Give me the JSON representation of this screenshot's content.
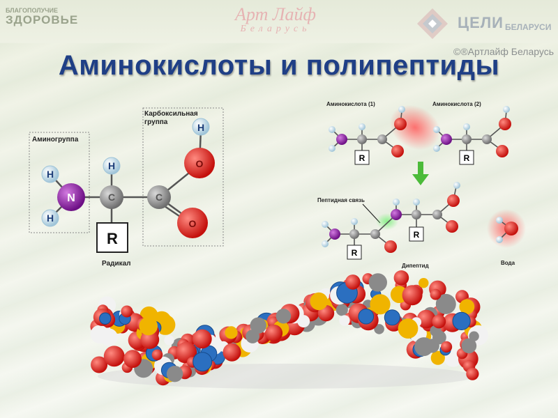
{
  "header": {
    "logo_left_line1": "БЛАГОПОЛУЧИЕ",
    "logo_left_line2": "ЗДОРОВЬЕ",
    "logo_mid_line1": "Арт Лайф",
    "logo_mid_line2": "Беларусь",
    "logo_right_text": "ЦЕЛИ",
    "logo_right_sub": "БЕЛАРУСИ"
  },
  "copyright": "©®Артлайф Беларусь",
  "title": "Аминокислоты и полипептиды",
  "left_diagram": {
    "amino_group_label": "Аминогруппа",
    "carboxyl_group_label_1": "Карбоксильная",
    "carboxyl_group_label_2": "группа",
    "radical_label": "Радикал",
    "atom_H": "H",
    "atom_N": "N",
    "atom_C": "C",
    "atom_O": "O",
    "radical_R": "R"
  },
  "right_diagram": {
    "amino1_label": "Аминокислота (1)",
    "amino2_label": "Аминокислота (2)",
    "peptide_bond_label": "Пептидная связь",
    "dipeptide_label": "Дипептид",
    "water_label": "Вода"
  },
  "colors": {
    "title": "#1f3f86",
    "nitrogen": "#8a1fa0",
    "oxygen": "#e0201c",
    "carbon": "#8c8c8c",
    "hydrogen": "#cfe3ee"
  }
}
